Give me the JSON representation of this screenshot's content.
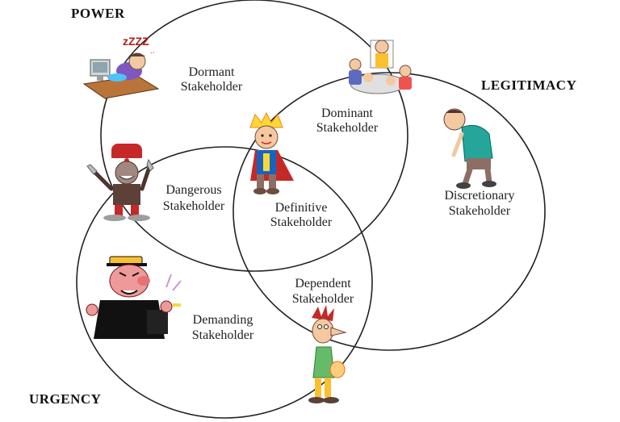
{
  "attributes": {
    "power": "POWER",
    "legitimacy": "LEGITIMACY",
    "urgency": "URGENCY"
  },
  "zones": {
    "dormant": [
      "Dormant",
      "Stakeholder"
    ],
    "dominant": [
      "Dominant",
      "Stakeholder"
    ],
    "discretionary": [
      "Discretionary",
      "Stakeholder"
    ],
    "dangerous": [
      "Dangerous",
      "Stakeholder"
    ],
    "definitive": [
      "Definitive",
      "Stakeholder"
    ],
    "dependent": [
      "Dependent",
      "Stakeholder"
    ],
    "demanding": [
      "Demanding",
      "Stakeholder"
    ]
  },
  "colors": {
    "line": "#222222",
    "text": "#222222"
  }
}
